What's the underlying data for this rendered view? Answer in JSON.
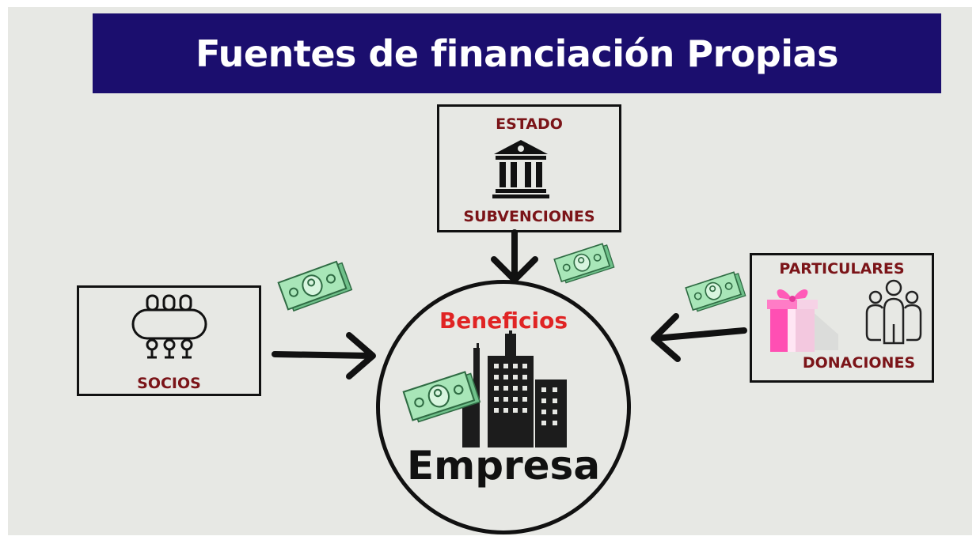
{
  "title": "Fuentes de financiación Propias",
  "estado": {
    "top_label": "ESTADO",
    "bottom_label": "SUBVENCIONES"
  },
  "socios": {
    "label": "SOCIOS"
  },
  "particulares": {
    "top_label": "PARTICULARES",
    "bottom_label": "DONACIONES"
  },
  "empresa": {
    "beneficios_label": "Beneficios",
    "name": "Empresa"
  },
  "colors": {
    "title_bg": "#1b0e6e",
    "label_text": "#7b1418",
    "beneficios_text": "#e02424",
    "money_green": "#9fe0b0",
    "gift_pink": "#ff4fb3"
  },
  "icons": [
    "bank-icon",
    "meeting-table-icon",
    "gift-icon",
    "people-group-icon",
    "city-buildings-icon",
    "money-bill-icon",
    "arrow-icon"
  ]
}
